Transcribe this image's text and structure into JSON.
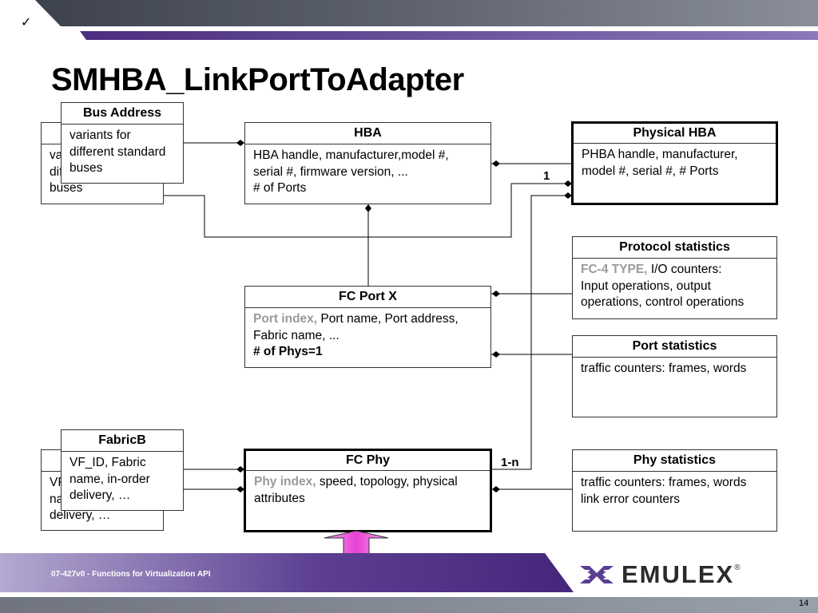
{
  "header": {
    "check_mark": "✓"
  },
  "title": "SMHBA_LinkPortToAdapter",
  "boxes": {
    "bus_address": {
      "header": "Bus Address",
      "body": "variants for different standard buses"
    },
    "bus_address_shadow": {
      "body_fragments": [
        "va",
        "dif",
        "buses"
      ]
    },
    "hba": {
      "header": "HBA",
      "lines": [
        "HBA handle, manufacturer,model #,",
        "serial #, firmware version, ...",
        "# of Ports"
      ]
    },
    "physical_hba": {
      "header": "Physical HBA",
      "lines": [
        "PHBA handle, manufacturer,",
        "model #, serial #, # Ports"
      ]
    },
    "protocol_statistics": {
      "header": "Protocol statistics",
      "grey": "FC-4 TYPE,",
      "rest_first": " I/O counters:",
      "lines": [
        "Input operations, output",
        "operations, control operations"
      ]
    },
    "fc_port_x": {
      "header": "FC Port X",
      "grey": "Port index,",
      "rest_first": " Port name, Port address,",
      "line2": "Fabric name, ...",
      "line3": "# of Phys=1"
    },
    "port_statistics": {
      "header": "Port statistics",
      "body": "traffic counters: frames, words"
    },
    "fabricb": {
      "header": "FabricB",
      "lines": [
        "VF_ID, Fabric",
        "name, in-order",
        "delivery, …"
      ]
    },
    "fabricb_shadow": {
      "body_fragments": [
        "VF",
        "na",
        "delivery, …"
      ]
    },
    "fc_phy": {
      "header": "FC Phy",
      "grey": "Phy index,",
      "rest_first": " speed, topology, physical",
      "line2": "attributes"
    },
    "phy_statistics": {
      "header": "Phy statistics",
      "lines": [
        "traffic counters: frames, words",
        "link error counters"
      ]
    }
  },
  "multiplicity": {
    "one": "1",
    "one_to_n": "1-n"
  },
  "footer": {
    "text": "07-427v0 - Functions for Virtualization API",
    "logo": "EMULEX",
    "logo_registered": "®",
    "page": "14"
  },
  "colors": {
    "accent_purple": "#6b4f9e",
    "band_grey": "#7a7f8c",
    "arrow_magenta": "#e83fd4"
  }
}
